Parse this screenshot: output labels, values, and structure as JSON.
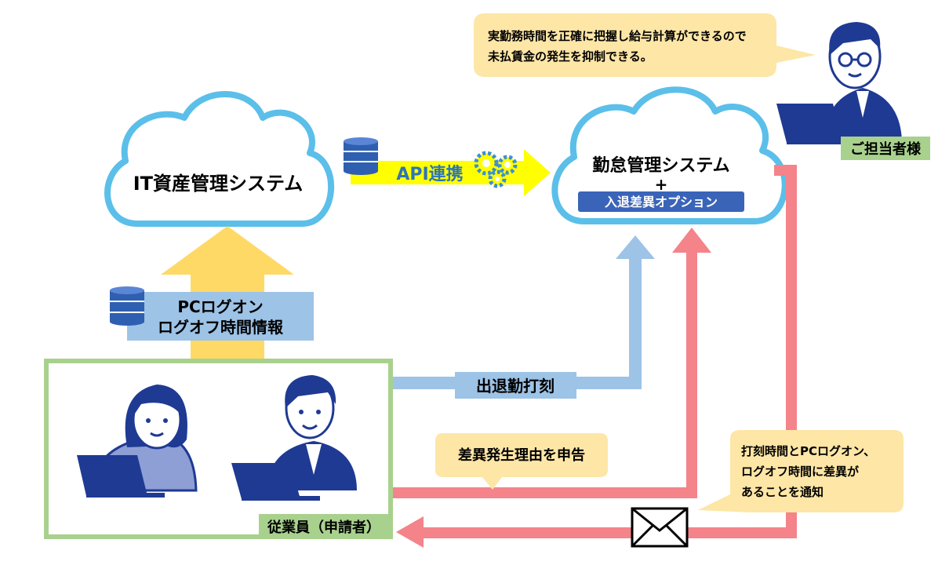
{
  "nodes": {
    "it_asset": {
      "label": "IT資産管理システム"
    },
    "attendance": {
      "title": "勤怠管理システム",
      "plus": "+",
      "option": "入退差異オプション"
    }
  },
  "edges": {
    "api": {
      "label": "API連携"
    },
    "pc_log": {
      "line1": "PCログオン",
      "line2": "ログオフ時間情報"
    },
    "clock": {
      "label": "出退勤打刻"
    }
  },
  "bubbles": {
    "manager": {
      "line1": "実勤務時間を正確に把握し給与計算ができるので",
      "line2": "未払賃金の発生を抑制できる。"
    },
    "reason": {
      "label": "差異発生理由を申告"
    },
    "notify": {
      "line1": "打刻時間とPCログオン、",
      "line2": "ログオフ時間に差異が",
      "line3": "あることを通知"
    }
  },
  "labels": {
    "manager": "ご担当者様",
    "employees": "従業員（申請者）"
  },
  "icons": [
    "cloud-icon",
    "database-icon",
    "gears-icon",
    "envelope-icon",
    "person-icon",
    "laptop-icon"
  ],
  "colors": {
    "cloud_stroke": "#5bbfe9",
    "yellow_arrow": "#ffd966",
    "api_arrow": "#ffff00",
    "blue_arrow": "#9dc3e6",
    "red_arrow": "#f4838a",
    "bubble": "#fde6a6",
    "green": "#a9d18e",
    "navy": "#1f3a93",
    "option_band": "#3a64b8"
  }
}
